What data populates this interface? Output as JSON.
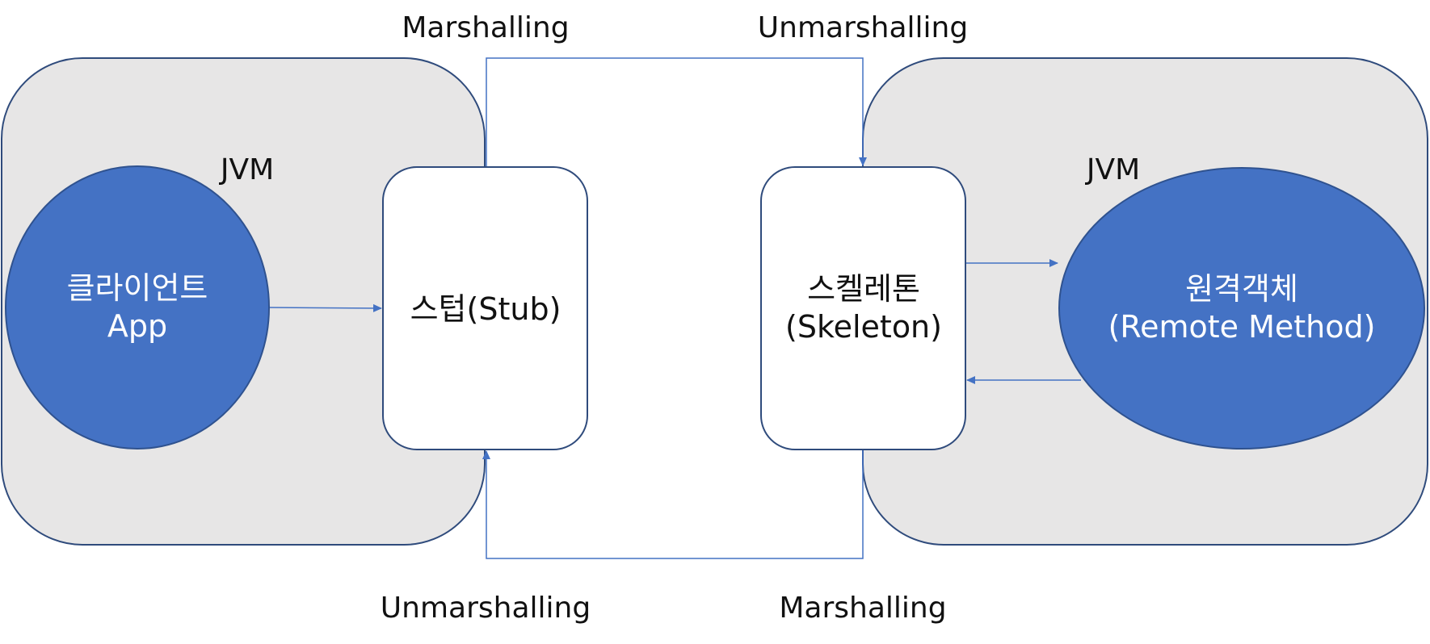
{
  "colors": {
    "jvm_fill": "#e7e6e6",
    "jvm_stroke": "#2f4b7c",
    "node_fill": "#4472c4",
    "node_stroke": "#2f528f",
    "box_fill": "#ffffff",
    "arrow": "#4472c4"
  },
  "left_jvm": {
    "label": "JVM"
  },
  "right_jvm": {
    "label": "JVM"
  },
  "client": {
    "line1": "클라이언트",
    "line2": "App"
  },
  "stub": {
    "label": "스텁(Stub)"
  },
  "skeleton": {
    "line1": "스켈레톤",
    "line2": "(Skeleton)"
  },
  "remote": {
    "line1": "원격객체",
    "line2": "(Remote Method)"
  },
  "flows": {
    "top_left": "Marshalling",
    "top_right": "Unmarshalling",
    "bottom_left": "Unmarshalling",
    "bottom_right": "Marshalling"
  }
}
